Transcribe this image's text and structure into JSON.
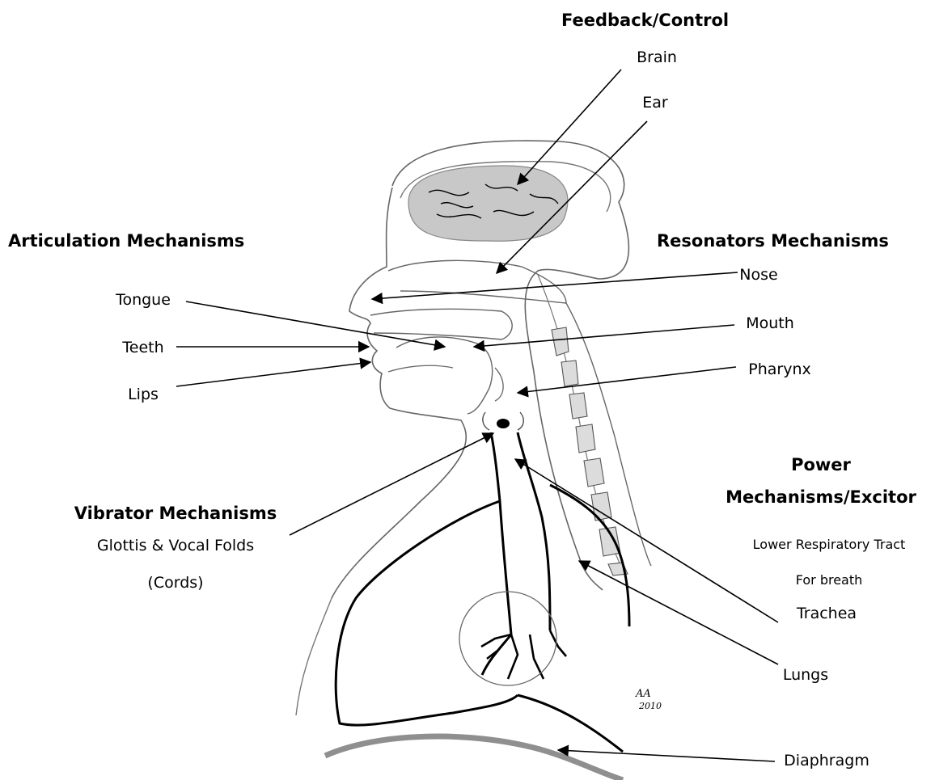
{
  "headings": {
    "feedback": "Feedback/Control",
    "articulation": "Articulation Mechanisms",
    "resonators_a": "Resonators",
    "resonators_b": "Mechanisms",
    "power_line1": "Power",
    "power_line2": "Mechanisms/Excitor",
    "vibrator": "Vibrator Mechanisms"
  },
  "labels": {
    "brain": "Brain",
    "ear": "Ear",
    "nose": "Nose",
    "mouth": "Mouth",
    "pharynx": "Pharynx",
    "tongue": "Tongue",
    "teeth": "Teeth",
    "lips": "Lips",
    "glottis": "Glottis & Vocal Folds",
    "cords": "(Cords)",
    "lower_tract": "Lower Respiratory Tract",
    "for_breath": "For breath",
    "trachea": "Trachea",
    "lungs": "Lungs",
    "diaphragm": "Diaphragm"
  },
  "signature": {
    "initials": "AA",
    "year": "2010"
  },
  "colors": {
    "brain_fill": "#c8c8c8",
    "vertebra_fill": "#dcdcdc",
    "diaphragm_stroke": "#8f8f8f",
    "outline": "#666666",
    "ink": "#000000"
  }
}
